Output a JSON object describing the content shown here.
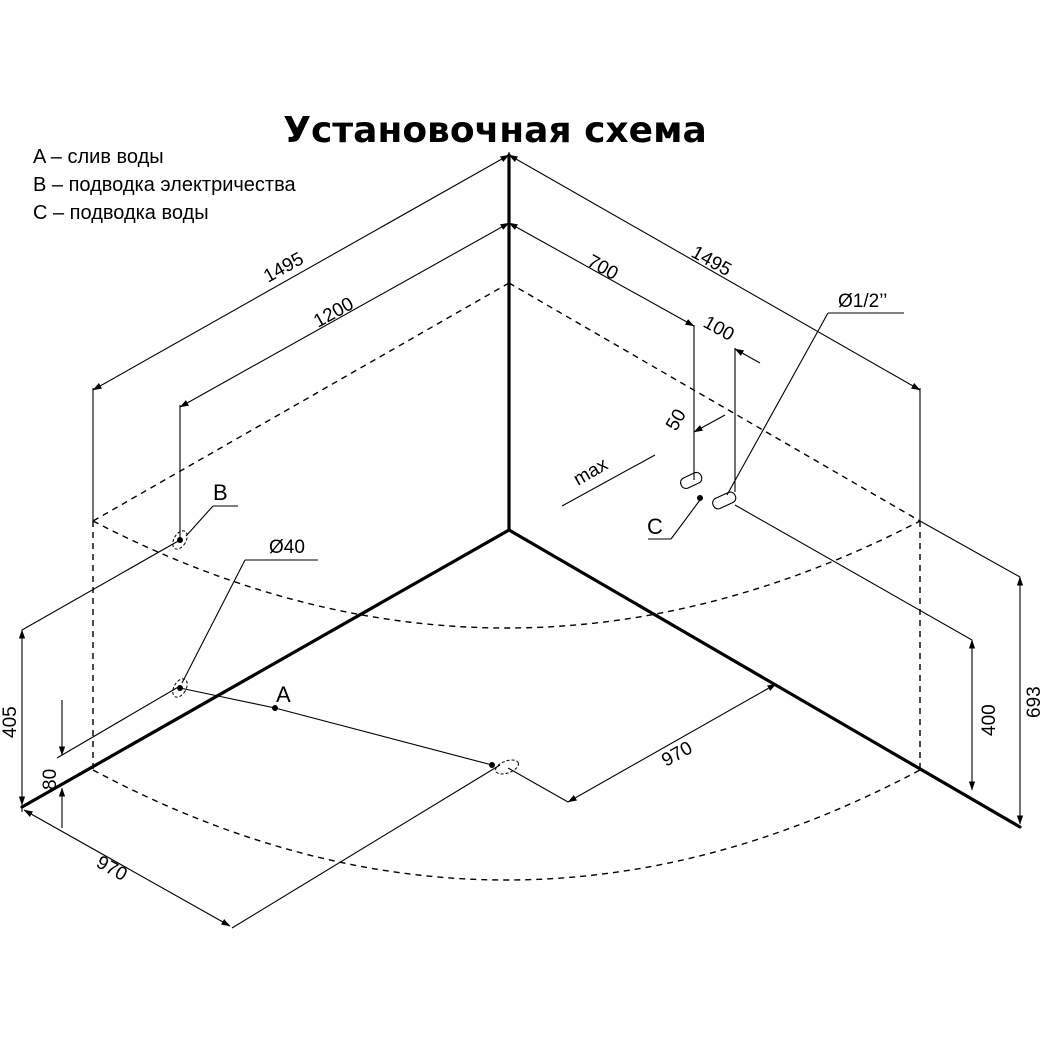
{
  "title": "Установочная схема",
  "legend": [
    "A – слив воды",
    "B – подводка электричества",
    "C – подводка воды"
  ],
  "points": {
    "a": "A",
    "b": "B",
    "c": "C"
  },
  "dimensions": {
    "left_1495": "1495",
    "left_1200": "1200",
    "right_1495": "1495",
    "d700": "700",
    "d100": "100",
    "d50": "50",
    "max": "max",
    "dia_half": "Ø1/2’’",
    "dia40": "Ø40",
    "h405": "405",
    "h80": "80",
    "h400": "400",
    "h693": "693",
    "front_970": "970",
    "bottom_970": "970"
  }
}
